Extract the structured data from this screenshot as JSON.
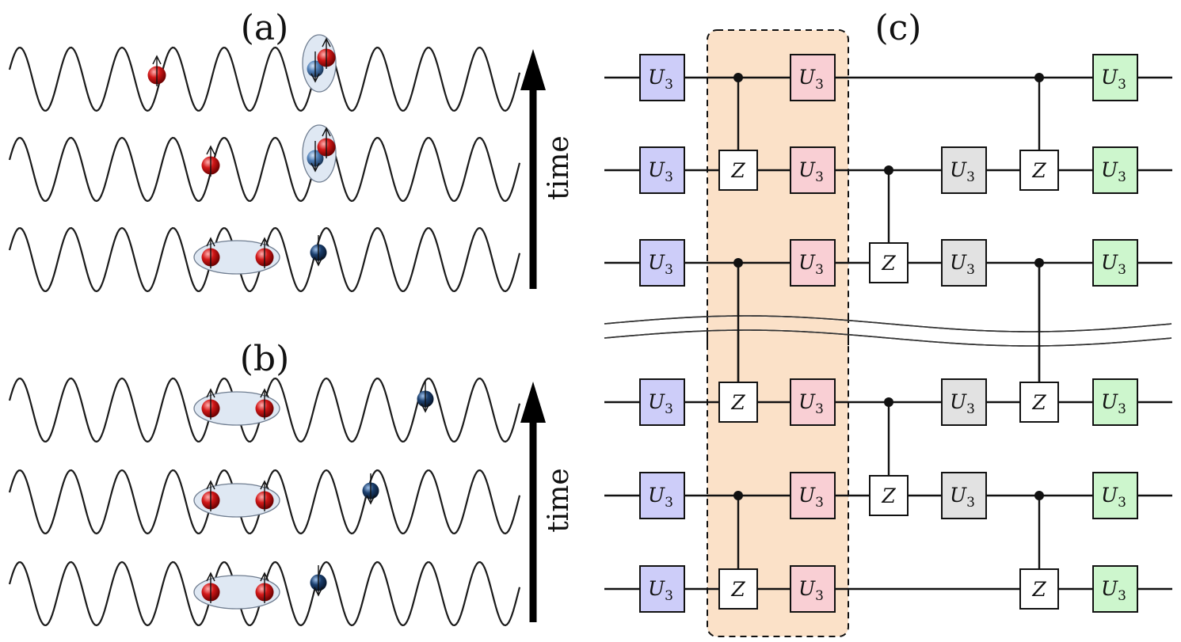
{
  "panels": {
    "a": {
      "label": "(a)",
      "time_label": "time"
    },
    "b": {
      "label": "(b)",
      "time_label": "time"
    },
    "c": {
      "label": "(c)"
    }
  },
  "colors": {
    "spin_up_particle": "#d21818",
    "spin_down_particle": "#1b3f6e",
    "pair_ellipse": "#dfe8f3",
    "u3_layer1": "#cdcdf9",
    "u3_layer2": "#f9cfd4",
    "u3_layer3": "#e2e2e2",
    "u3_layer4": "#cdf6cd",
    "highlight_region": "#fbe1c8"
  },
  "gates": {
    "u3_symbol": "U",
    "u3_subscript": "3",
    "z_symbol": "Z"
  }
}
